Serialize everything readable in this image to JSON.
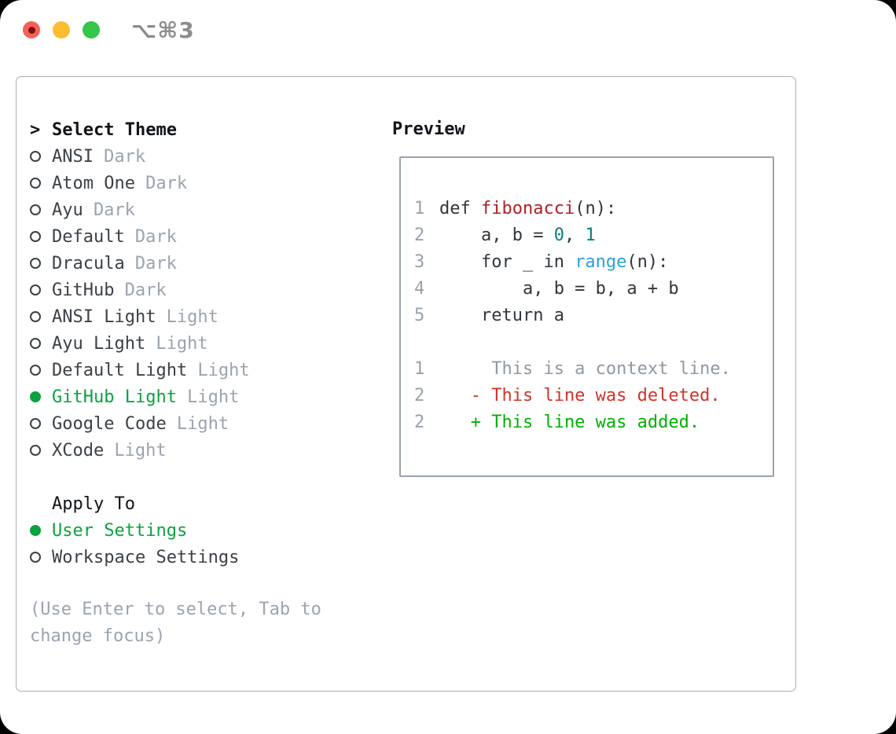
{
  "window": {
    "title": "⌥⌘3"
  },
  "titlebar": {
    "buttons": [
      {
        "name": "close",
        "icon": "red-circle-with-dot"
      },
      {
        "name": "minimize",
        "icon": "yellow-circle"
      },
      {
        "name": "maximize",
        "icon": "green-circle"
      }
    ]
  },
  "theme_picker": {
    "header": {
      "prompt": ">",
      "label": "Select Theme"
    },
    "themes": [
      {
        "name": "ANSI",
        "variant": "Dark",
        "selected": false
      },
      {
        "name": "Atom One",
        "variant": "Dark",
        "selected": false
      },
      {
        "name": "Ayu",
        "variant": "Dark",
        "selected": false
      },
      {
        "name": "Default",
        "variant": "Dark",
        "selected": false
      },
      {
        "name": "Dracula",
        "variant": "Dark",
        "selected": false
      },
      {
        "name": "GitHub",
        "variant": "Dark",
        "selected": false
      },
      {
        "name": "ANSI Light",
        "variant": "Light",
        "selected": false
      },
      {
        "name": "Ayu Light",
        "variant": "Light",
        "selected": false
      },
      {
        "name": "Default Light",
        "variant": "Light",
        "selected": false
      },
      {
        "name": "GitHub Light",
        "variant": "Light",
        "selected": true
      },
      {
        "name": "Google Code",
        "variant": "Light",
        "selected": false
      },
      {
        "name": "XCode",
        "variant": "Light",
        "selected": false
      }
    ],
    "apply_to": {
      "label": "Apply To",
      "options": [
        {
          "name": "User Settings",
          "selected": true
        },
        {
          "name": "Workspace Settings",
          "selected": false
        }
      ]
    },
    "hint": "(Use Enter to select, Tab to change focus)",
    "icons": {
      "radio_unselected": "circle-outline",
      "radio_selected": "circle-filled",
      "prompt": ">"
    }
  },
  "preview": {
    "label": "Preview",
    "lines": [
      {
        "num": "1",
        "kind": "code",
        "segments": [
          {
            "t": "def ",
            "c": "code"
          },
          {
            "t": "fibonacci",
            "c": "func"
          },
          {
            "t": "(n):",
            "c": "code"
          }
        ]
      },
      {
        "num": "2",
        "kind": "code",
        "segments": [
          {
            "t": "    a, b = ",
            "c": "code"
          },
          {
            "t": "0",
            "c": "num"
          },
          {
            "t": ", ",
            "c": "code"
          },
          {
            "t": "1",
            "c": "num"
          }
        ]
      },
      {
        "num": "3",
        "kind": "code",
        "segments": [
          {
            "t": "    for _ in ",
            "c": "code"
          },
          {
            "t": "range",
            "c": "builtin"
          },
          {
            "t": "(n):",
            "c": "code"
          }
        ]
      },
      {
        "num": "4",
        "kind": "code",
        "segments": [
          {
            "t": "        a, b = b, a + b",
            "c": "code"
          }
        ]
      },
      {
        "num": "5",
        "kind": "code",
        "segments": [
          {
            "t": "    return a",
            "c": "code"
          }
        ]
      },
      {
        "num": "",
        "kind": "blank",
        "segments": []
      },
      {
        "num": "1",
        "kind": "diff-context",
        "segments": [
          {
            "t": "     This is a context line.",
            "c": "context"
          }
        ]
      },
      {
        "num": "2",
        "kind": "diff-deleted",
        "segments": [
          {
            "t": "   - This line was deleted.",
            "c": "deleted"
          }
        ]
      },
      {
        "num": "2",
        "kind": "diff-added",
        "segments": [
          {
            "t": "   + This line was added.",
            "c": "added"
          }
        ]
      }
    ]
  },
  "colors": {
    "accent_green": "#0ba23f",
    "added_green": "#00b000",
    "deleted_red": "#d0342c",
    "function_red": "#b02025",
    "builtin_blue": "#2d9fd8",
    "number_teal": "#0c7e79",
    "code_dark": "#30363d",
    "lineno_gray": "#98a2ab",
    "context_gray": "#8f99a3",
    "muted_gray": "#9aa4b0",
    "label_dark": "#3a4147",
    "heading_black": "#101418",
    "title_gray": "#8a8c8e",
    "panel_border": "#a8afb9",
    "box_border": "#9aa3ad",
    "traffic_red": "#f66157",
    "traffic_red_dot": "#7b100d",
    "traffic_yellow": "#fcbd2f",
    "traffic_green": "#33c649"
  }
}
